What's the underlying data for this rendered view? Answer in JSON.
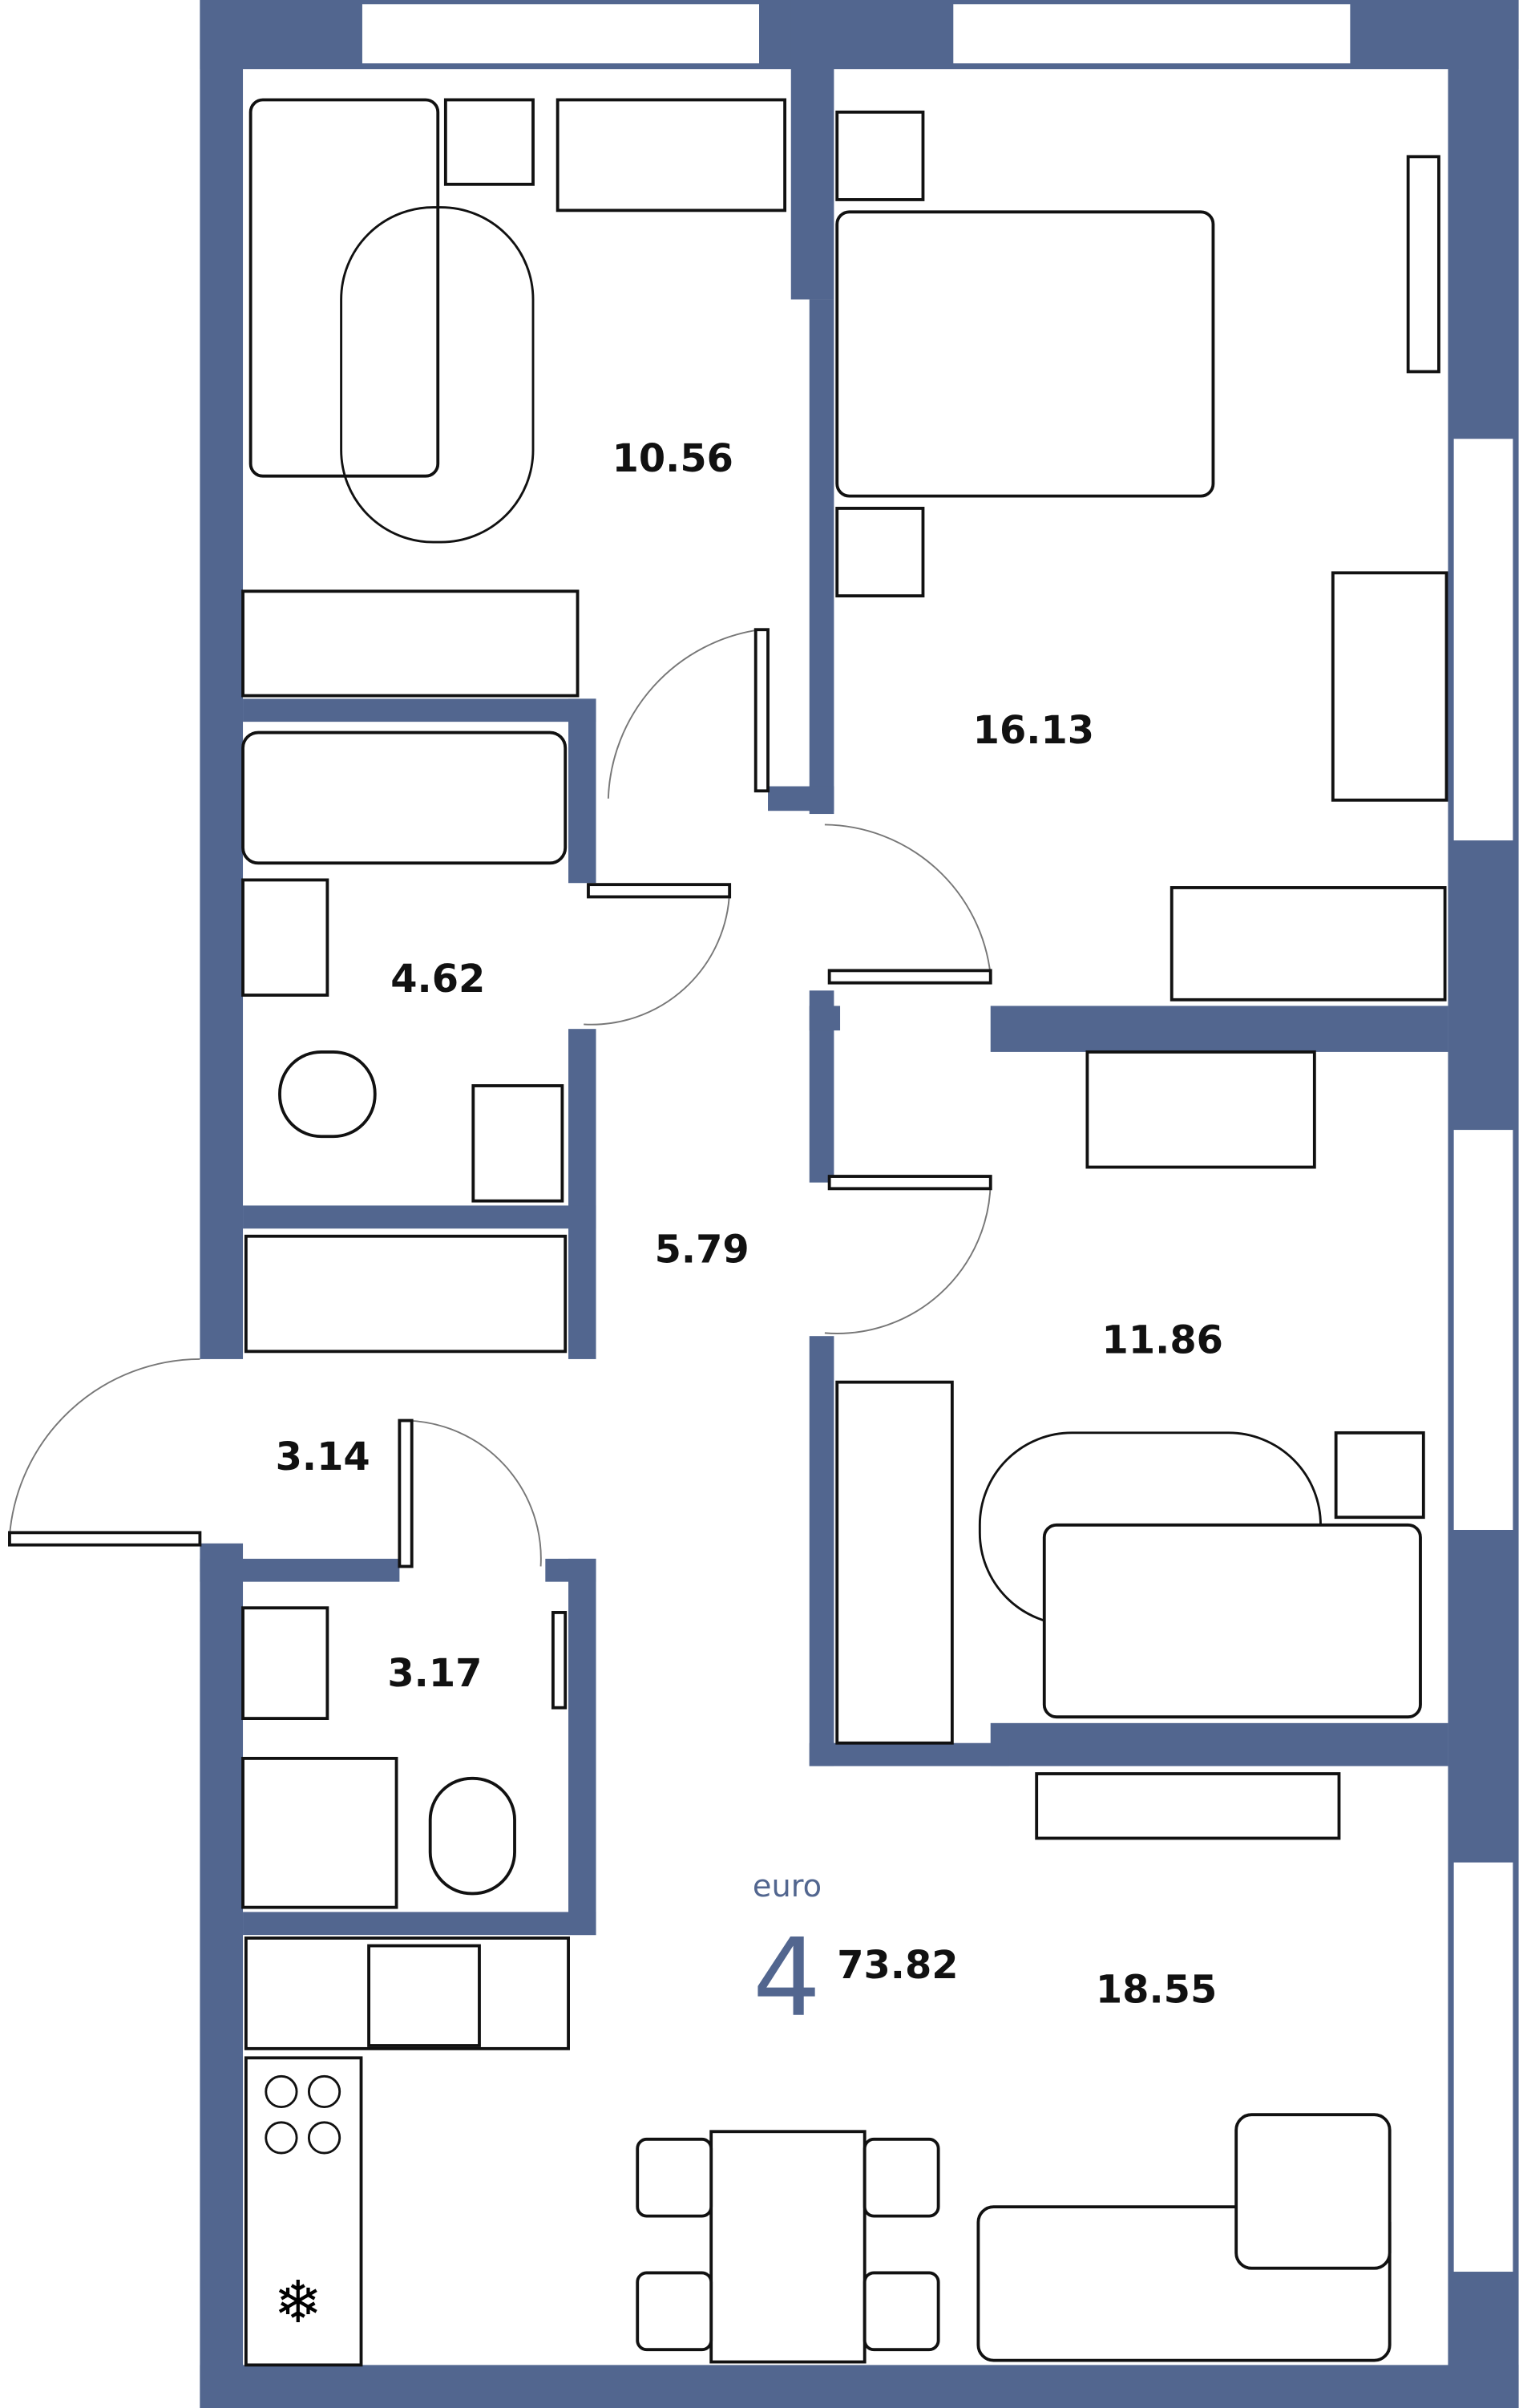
{
  "brand": "euro",
  "rooms_count": "4",
  "total_area": "73.82",
  "colors": {
    "wall": "#52668f",
    "line": "#111111"
  },
  "room_areas": [
    {
      "id": "bedroom-1",
      "area": "10.56"
    },
    {
      "id": "bedroom-2",
      "area": "16.13"
    },
    {
      "id": "bathroom",
      "area": "4.62"
    },
    {
      "id": "hallway",
      "area": "5.79"
    },
    {
      "id": "bedroom-3",
      "area": "11.86"
    },
    {
      "id": "entrance",
      "area": "3.14"
    },
    {
      "id": "wc",
      "area": "3.17"
    },
    {
      "id": "living-kitchen",
      "area": "18.55"
    }
  ]
}
